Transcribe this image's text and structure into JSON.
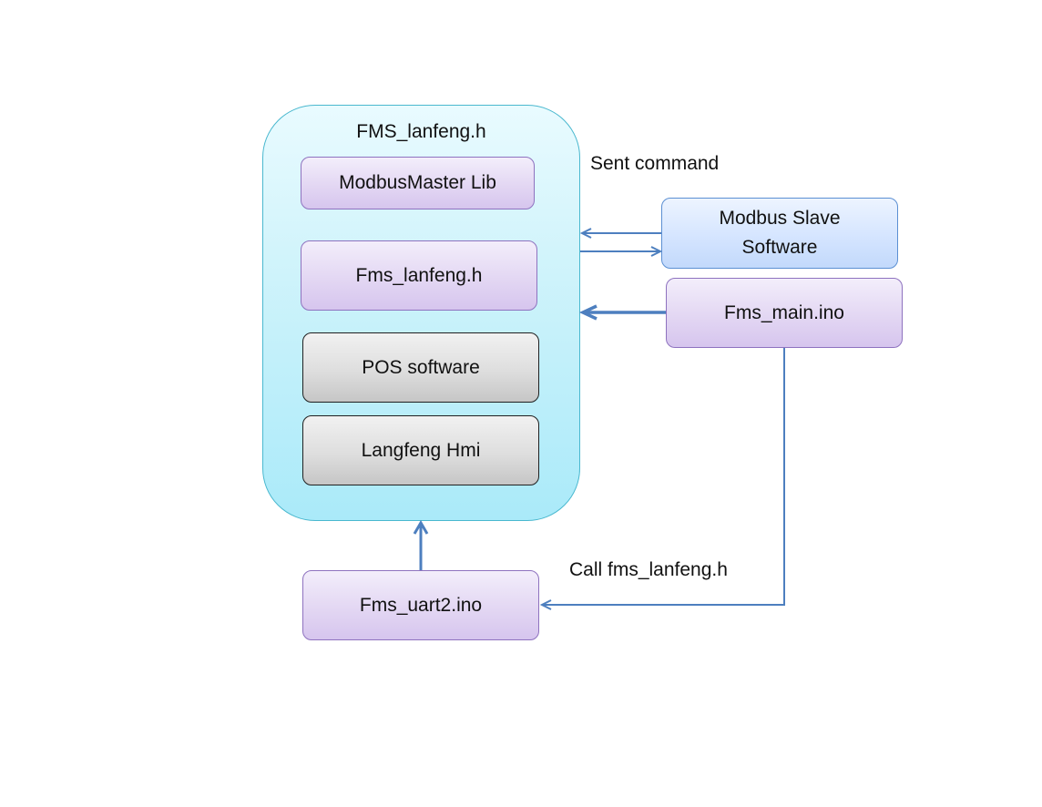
{
  "diagram": {
    "container": {
      "title": "FMS_lanfeng.h",
      "items": [
        {
          "label": "ModbusMaster Lib"
        },
        {
          "label": "Fms_lanfeng.h"
        },
        {
          "label": "POS software"
        },
        {
          "label": "Langfeng Hmi"
        }
      ]
    },
    "modbus_slave": {
      "line1": "Modbus Slave",
      "line2": "Software"
    },
    "fms_main": {
      "label": "Fms_main.ino"
    },
    "fms_uart2": {
      "label": "Fms_uart2.ino"
    },
    "labels": {
      "sent_command": "Sent command",
      "call_fms": "Call fms_lanfeng.h"
    },
    "colors": {
      "container_border": "#4ab8cf",
      "purple_border": "#8e72bf",
      "gray_border": "#202020",
      "blue_border": "#5b8fd3",
      "arrow": "#4d7fbf"
    }
  }
}
